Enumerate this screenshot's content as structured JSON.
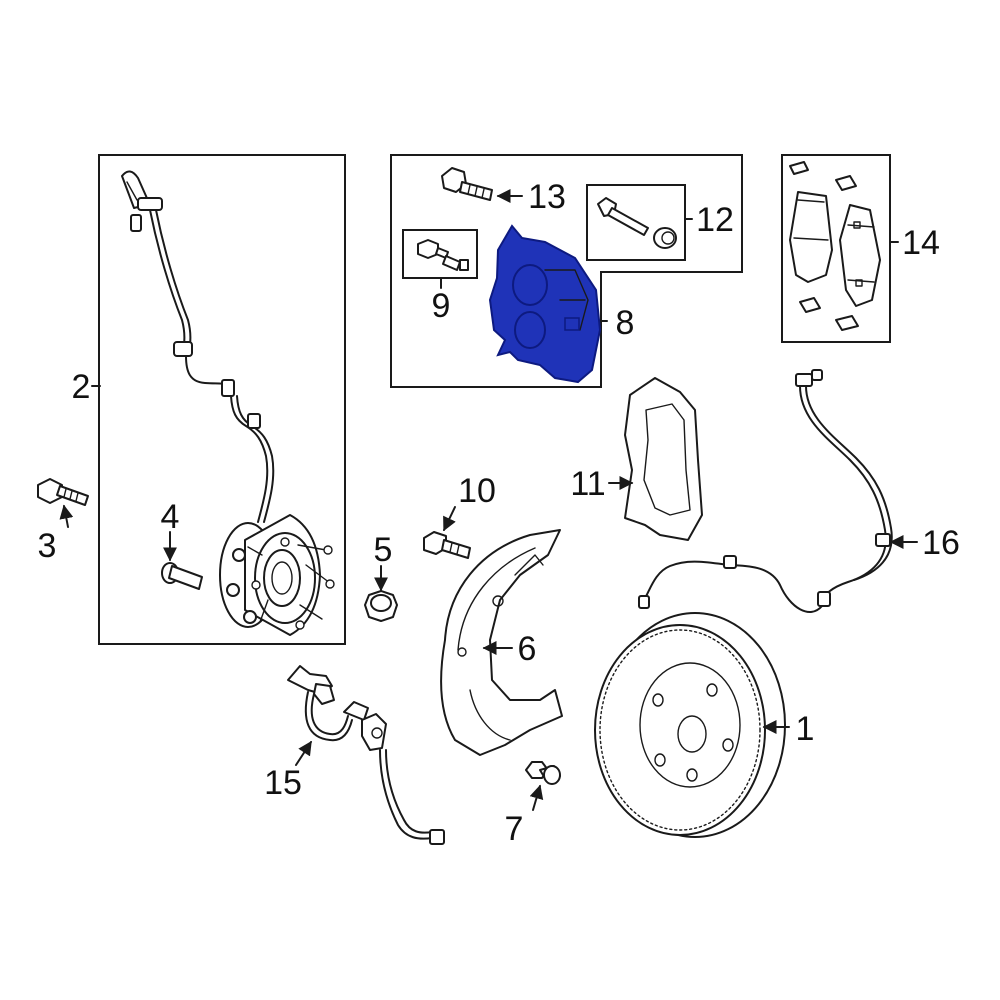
{
  "colors": {
    "highlight": "#1f33b8",
    "highlight_dark": "#0d1a80",
    "line": "#1a1a1a",
    "background": "#ffffff"
  },
  "callouts": {
    "c1": "1",
    "c2": "2",
    "c3": "3",
    "c4": "4",
    "c5": "5",
    "c6": "6",
    "c7": "7",
    "c8": "8",
    "c9": "9",
    "c10": "10",
    "c11": "11",
    "c12": "12",
    "c13": "13",
    "c14": "14",
    "c15": "15",
    "c16": "16"
  },
  "highlighted_part": "8"
}
